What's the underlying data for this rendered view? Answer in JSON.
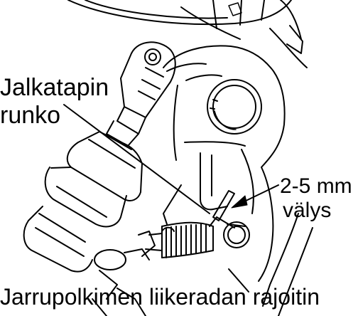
{
  "labels": {
    "frame_line1": "Jalkatapin",
    "frame_line2": "runko",
    "gap_value": "2-5 mm",
    "gap_word": "välys",
    "limiter": "Jarrupolkimen liikeradan rajoitin"
  }
}
